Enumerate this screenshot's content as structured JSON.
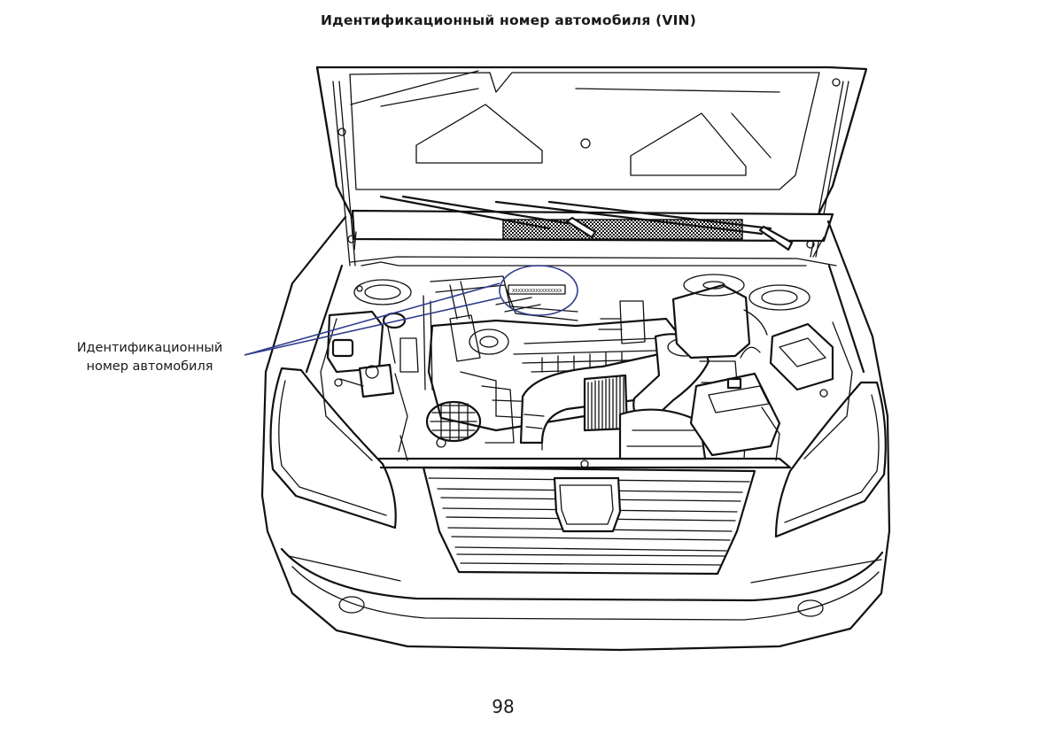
{
  "document": {
    "title": "Идентификационный номер автомобиля (VIN)",
    "callout_line1": "Идентификационный",
    "callout_line2": "номер автомобиля",
    "page_number": "98"
  },
  "figure": {
    "accent_color": "#2f3c8c",
    "line_color": "#111111"
  }
}
